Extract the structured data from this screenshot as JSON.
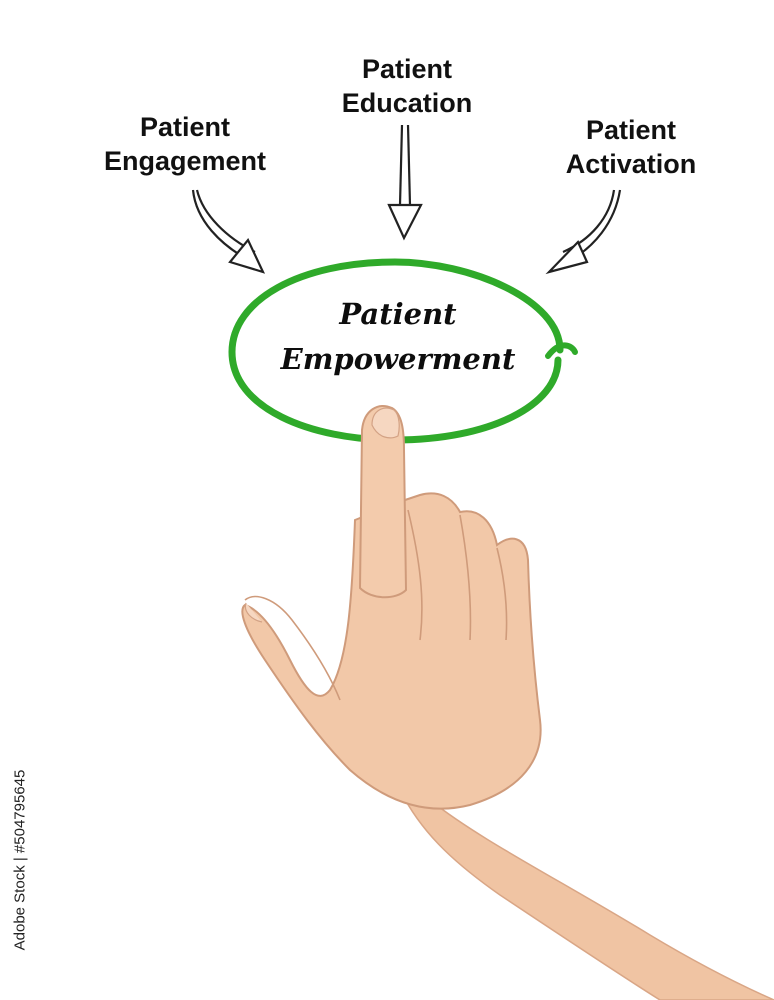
{
  "diagram": {
    "inputs": [
      {
        "line1": "Patient",
        "line2": "Engagement"
      },
      {
        "line1": "Patient",
        "line2": "Education"
      },
      {
        "line1": "Patient",
        "line2": "Activation"
      }
    ],
    "center": {
      "line1": "Patient",
      "line2": "Empowerment"
    }
  },
  "watermark": "Adobe Stock | #504795645",
  "colors": {
    "ellipse": "#2faa2a",
    "text": "#111111",
    "arrow": "#222222",
    "skin": "#f1c6a6"
  },
  "icons": [
    "curved-arrow-icon",
    "down-arrow-icon",
    "curved-arrow-icon",
    "pointing-hand"
  ]
}
